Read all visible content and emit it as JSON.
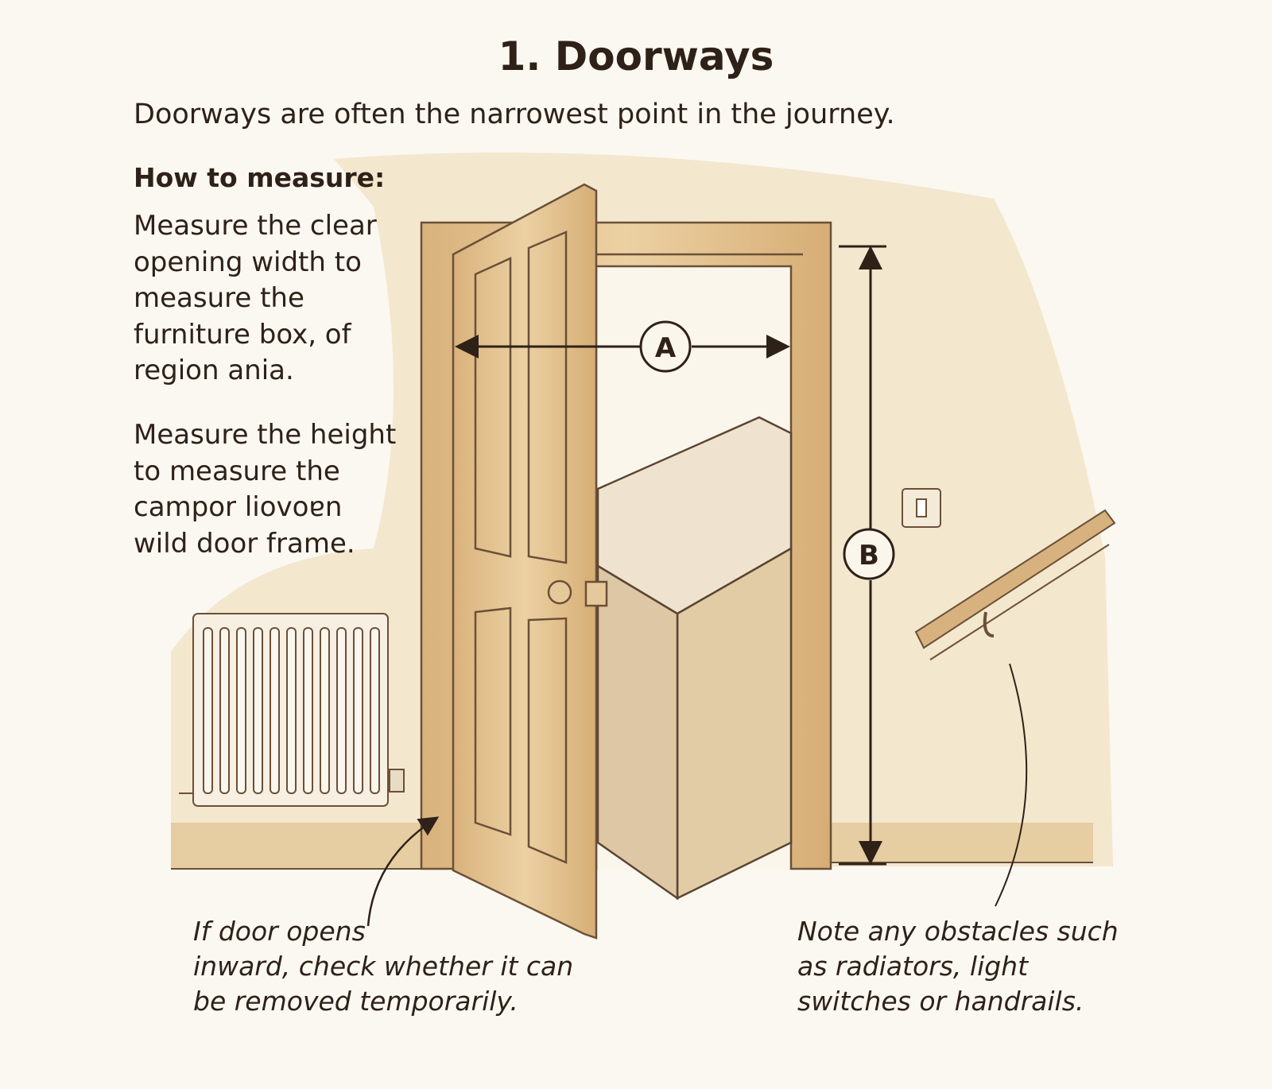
{
  "title": "1. Doorways",
  "subtitle": "Doorways are often the narrowest point in the journey.",
  "how_to": {
    "heading": "How to measure:",
    "paragraph1": [
      "Measure the clear",
      "opening width to",
      "measure the",
      "furniture box, of",
      "region ania."
    ],
    "paragraph2": [
      "Measure the height",
      "to measure the",
      "campor liovoɐn",
      "wild door frame."
    ]
  },
  "labels": {
    "width": "A",
    "height": "B"
  },
  "captions": {
    "door": [
      "If door opens",
      "inward, check whether it can",
      "be removed temporarily."
    ],
    "obstacles": [
      "Note any obstacles such",
      "as radiators, light",
      "switches or handrails."
    ]
  },
  "colors": {
    "background": "#fbf8f1",
    "wash": "#ecd9b4",
    "wood": "#e2c08e",
    "ink": "#2e2118"
  }
}
